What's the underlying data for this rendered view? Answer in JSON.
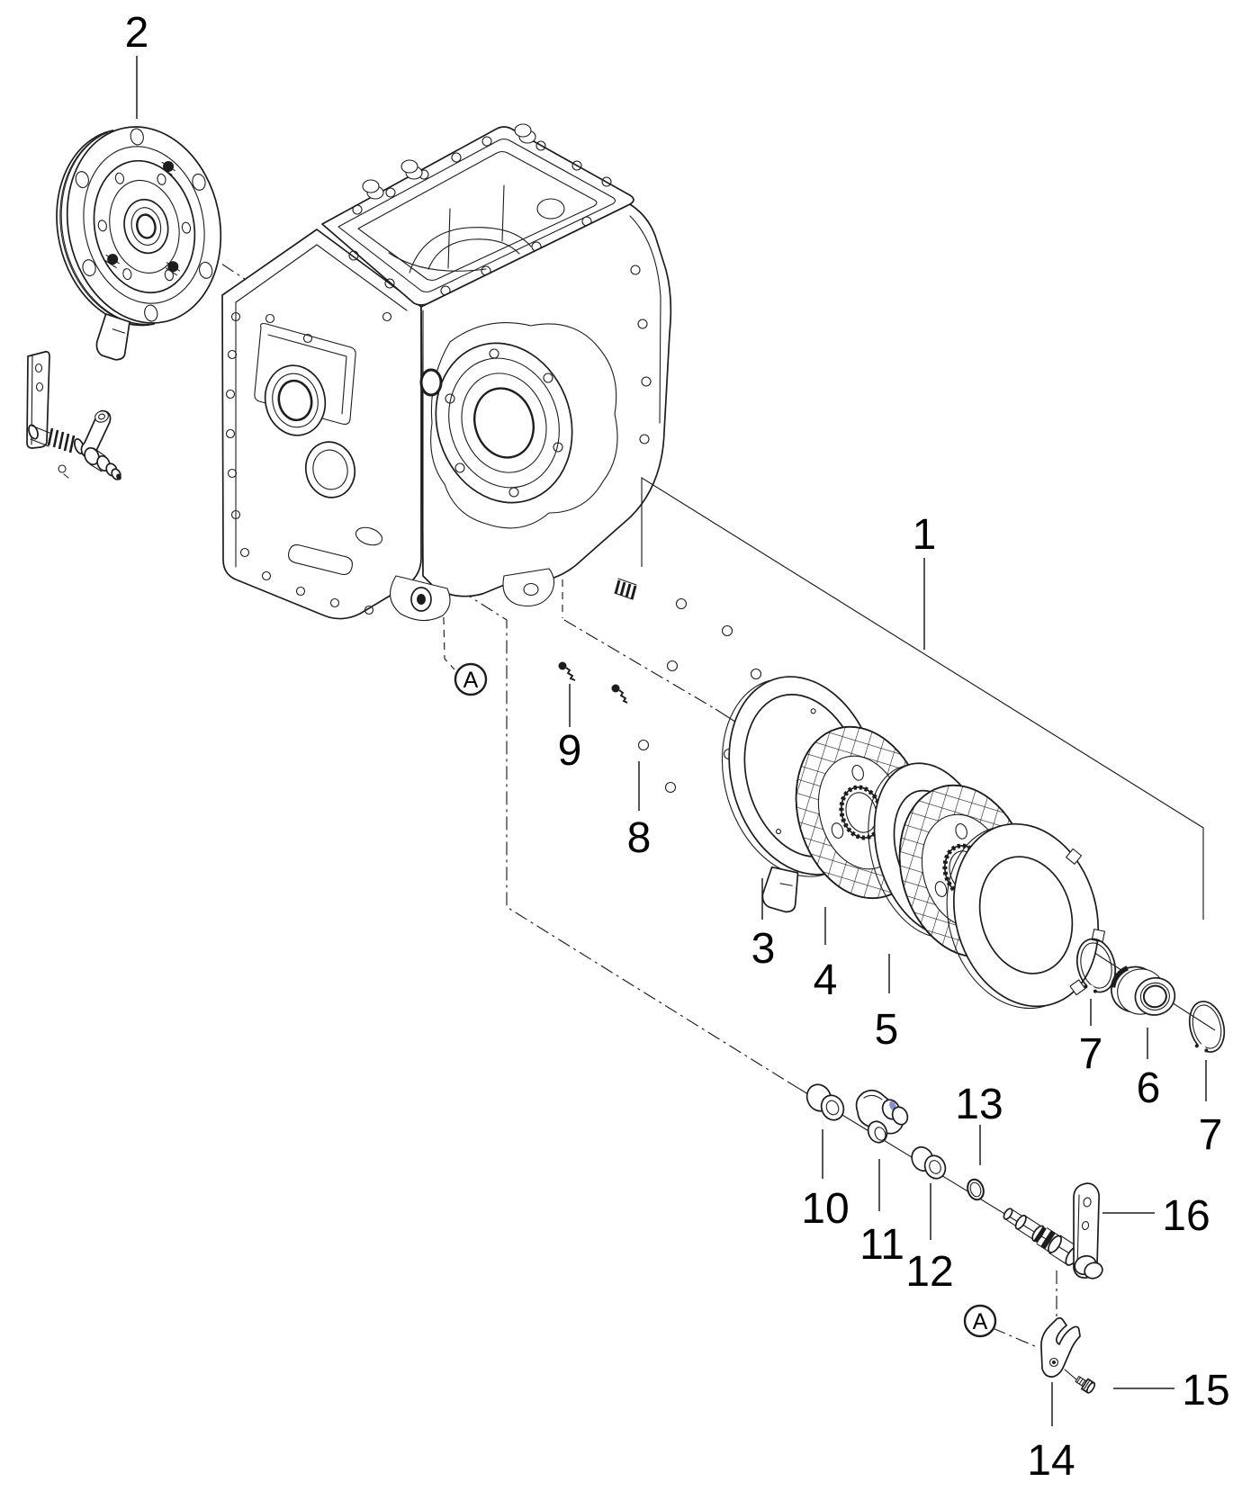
{
  "figure": {
    "kind": "exploded-parts-diagram"
  },
  "callouts": {
    "n1": "1",
    "n2": "2",
    "n3": "3",
    "n4": "4",
    "n5": "5",
    "n6": "6",
    "n7a": "7",
    "n7b": "7",
    "n8": "8",
    "n9": "9",
    "n10": "10",
    "n11": "11",
    "n12": "12",
    "n13": "13",
    "n14": "14",
    "n15": "15",
    "n16": "16"
  },
  "detail_markers": {
    "a1": "A",
    "a2": "A"
  },
  "colors": {
    "line": "#1d1d1d",
    "accent_blue": "#8a8fd0"
  }
}
